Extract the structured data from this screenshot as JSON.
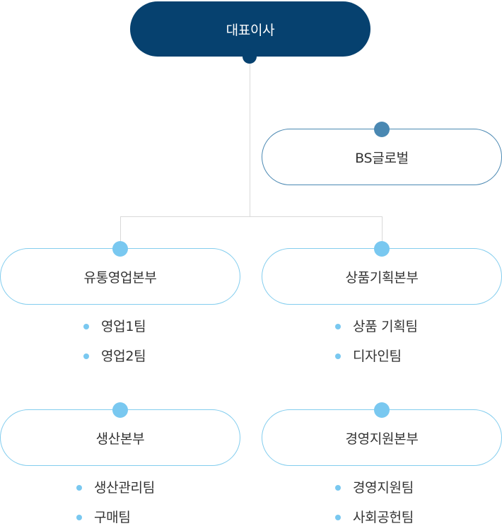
{
  "ceo": {
    "label": "대표이사"
  },
  "bs_global": {
    "label": "BS글로벌"
  },
  "divisions": [
    {
      "label": "유통영업본부",
      "teams": [
        "영업1팀",
        "영업2팀"
      ]
    },
    {
      "label": "상품기획본부",
      "teams": [
        "상품 기획팀",
        "디자인팀"
      ]
    },
    {
      "label": "생산본부",
      "teams": [
        "생산관리팀",
        "구매팀"
      ]
    },
    {
      "label": "경영지원본부",
      "teams": [
        "경영지원팀",
        "사회공헌팀"
      ]
    }
  ],
  "colors": {
    "ceo_fill": "#06416f",
    "bs_border": "#4a88b2",
    "division_border": "#83cdee",
    "dot_light": "#79c8f0",
    "connector": "#d9d9d9"
  }
}
